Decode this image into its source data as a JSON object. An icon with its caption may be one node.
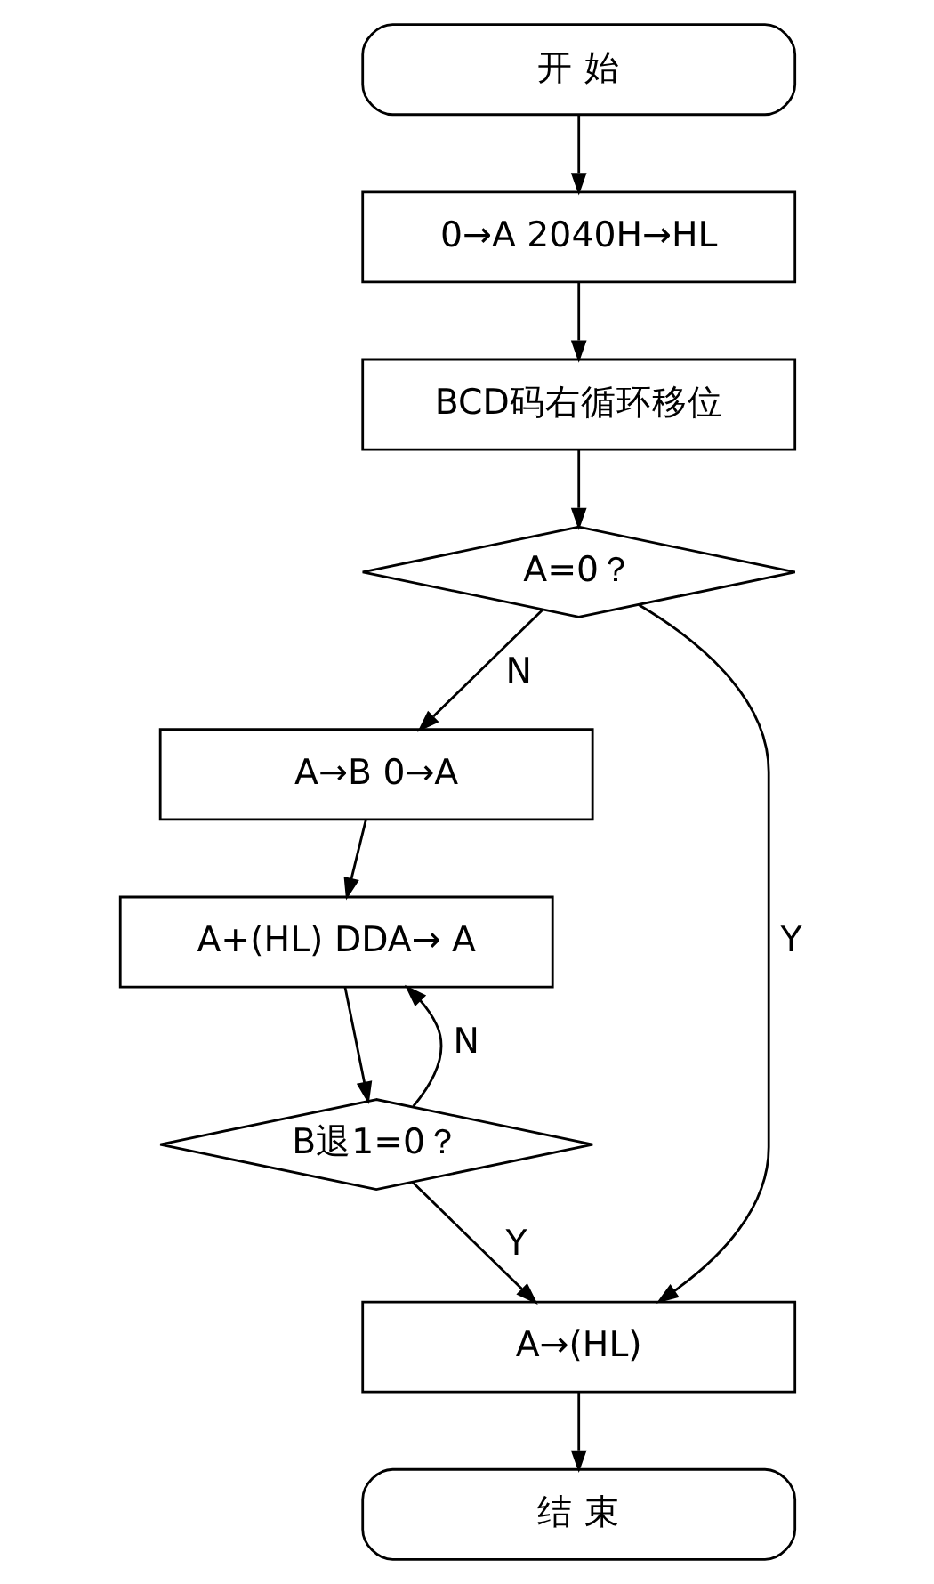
{
  "diagram": {
    "nodes": [
      {
        "text": [
          "开 始"
        ]
      },
      {
        "text": [
          "0→A 2040H→HL"
        ]
      },
      {
        "text": [
          "BCD码右循环移位"
        ]
      },
      {
        "text": [
          "A=0？"
        ]
      },
      {
        "text": [
          "A→B 0→A"
        ]
      },
      {
        "text": [
          "A+(HL) DDA→ A"
        ]
      },
      {
        "text": [
          "B退1=0？"
        ]
      },
      {
        "text": [
          "A→(HL)"
        ]
      },
      {
        "text": [
          "结 束"
        ]
      }
    ],
    "edges": [
      {
        "from": 0,
        "to": 1,
        "arrow": "to"
      },
      {
        "from": 1,
        "to": 2,
        "arrow": "to"
      },
      {
        "from": 2,
        "to": 3,
        "arrow": "to"
      },
      {
        "from": 3,
        "to": 4,
        "arrow": "to",
        "label": "N"
      },
      {
        "from": 3,
        "to": 7,
        "arrow": "to",
        "label": "Y"
      },
      {
        "from": 4,
        "to": 5,
        "arrow": "to"
      },
      {
        "from": 5,
        "to": 6,
        "arrow": "to"
      },
      {
        "from": 6,
        "to": 7,
        "arrow": "to",
        "label": "Y"
      },
      {
        "from": 6,
        "to": 5,
        "arrow": "to",
        "label": "N"
      },
      {
        "from": 7,
        "to": 8,
        "arrow": "to"
      }
    ]
  }
}
